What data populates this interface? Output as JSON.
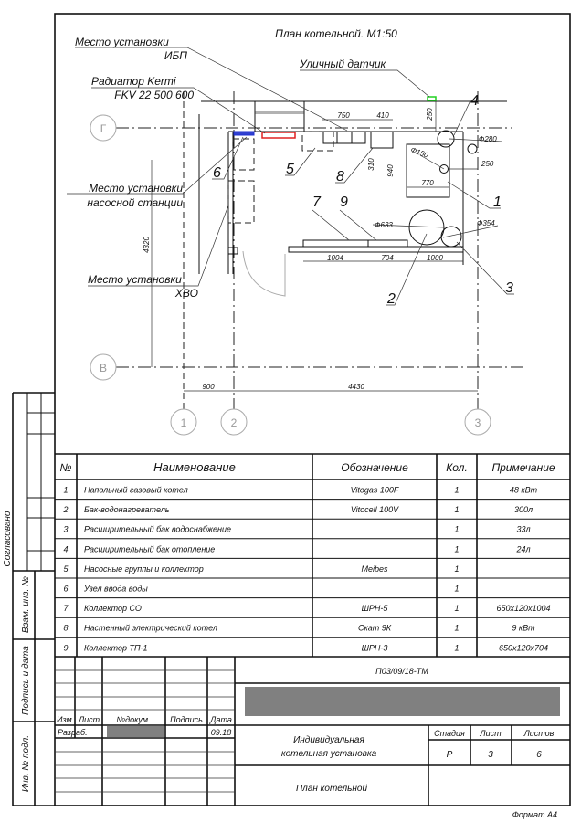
{
  "drawing": {
    "title": "План котельной. М1:50",
    "labels": {
      "ups_1": "Место установки",
      "ups_2": "ИБП",
      "radiator_1": "Радиатор Kermi",
      "radiator_2": "FKV 22 500 600",
      "sensor": "Уличный датчик",
      "pump_1": "Место установки",
      "pump_2": "насосной станции",
      "hvo_1": "Место установки",
      "hvo_2": "ХВО"
    },
    "markers": [
      "1",
      "2",
      "3",
      "4",
      "5",
      "6",
      "7",
      "8",
      "9"
    ],
    "dims": {
      "d750": "750",
      "d410": "410",
      "d250a": "250",
      "d280": "Ф280",
      "d150": "Ф150",
      "d250b": "250",
      "d310": "310",
      "d940": "940",
      "d770": "770",
      "d633": "Ф633",
      "d354": "Ф354",
      "d1004": "1004",
      "d704": "704",
      "d1000": "1000",
      "d4320": "4320",
      "d900": "900",
      "d4430": "4430"
    },
    "axes": {
      "g": "Г",
      "v": "В",
      "a1": "1",
      "a2": "2",
      "a3": "3"
    },
    "colors": {
      "radiator": "#e02020",
      "water_inlet": "#2030d0",
      "sensor": "#20d020"
    }
  },
  "table": {
    "headers": [
      "№",
      "Наименование",
      "Обозначение",
      "Кол.",
      "Примечание"
    ],
    "rows": [
      [
        "1",
        "Напольный газовый котел",
        "Vitogas 100F",
        "1",
        "48 кВт"
      ],
      [
        "2",
        "Бак-водонагреватель",
        "Vitocell 100V",
        "1",
        "300л"
      ],
      [
        "3",
        "Расширительный бак водоснабжение",
        "",
        "1",
        "33л"
      ],
      [
        "4",
        "Расширительный бак отопление",
        "",
        "1",
        "24л"
      ],
      [
        "5",
        "Насосные группы и коллектор",
        "Meibes",
        "1",
        ""
      ],
      [
        "6",
        "Узел ввода воды",
        "",
        "1",
        ""
      ],
      [
        "7",
        "Коллектор СО",
        "ШРН-5",
        "1",
        "650х120х1004"
      ],
      [
        "8",
        "Настенный электрический котел",
        "Скат 9К",
        "1",
        "9 кВт"
      ],
      [
        "9",
        "Коллектор ТП-1",
        "ШРН-3",
        "1",
        "650х120х704"
      ]
    ]
  },
  "side": {
    "agreed": "Согласовано",
    "replace_inv": "Взам. инв. №",
    "sign_date": "Подпись и дата",
    "inv_orig": "Инв. № подл."
  },
  "titleblock": {
    "code": "П03/09/18-ТМ",
    "cols": [
      "Изм.",
      "Лист",
      "№докум.",
      "Подпись",
      "Дата"
    ],
    "developer_role": "Разраб.",
    "developer_date": "09.18",
    "project_1": "Индивидуальная",
    "project_2": "котельная установка",
    "sheet_title": "План котельной",
    "stage_label": "Стадия",
    "sheet_label": "Лист",
    "sheets_label": "Листов",
    "stage": "Р",
    "sheet": "3",
    "sheets": "6",
    "format": "Формат А4"
  }
}
